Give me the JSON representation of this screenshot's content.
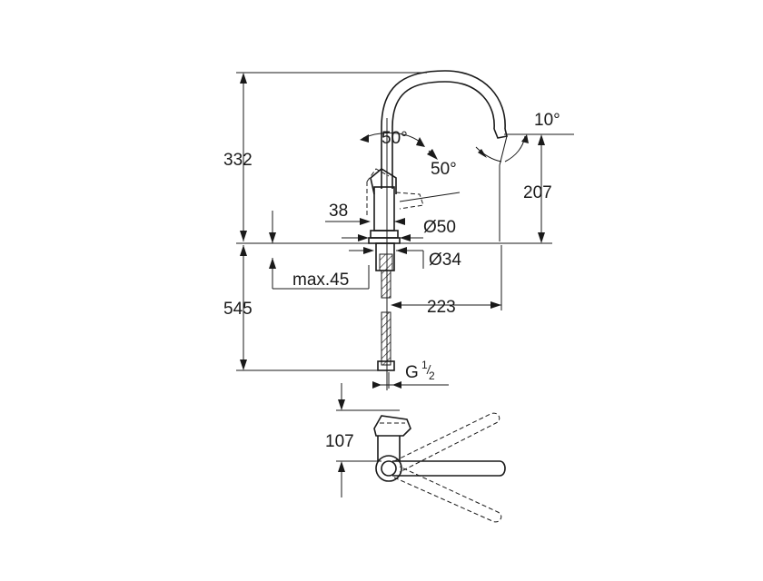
{
  "dimensions": {
    "total_height_above": "332",
    "spout_height": "207",
    "below_height": "545",
    "lever_angle_a": "50°",
    "lever_angle_b": "50°",
    "spout_tilt": "10°",
    "lever_offset": "38",
    "body_diameter": "Ø50",
    "shank_diameter": "Ø34",
    "max_thickness": "max.45",
    "reach": "223",
    "connection_thread": "G",
    "connection_sup": "1",
    "connection_sub": "2",
    "plan_depth": "107"
  }
}
